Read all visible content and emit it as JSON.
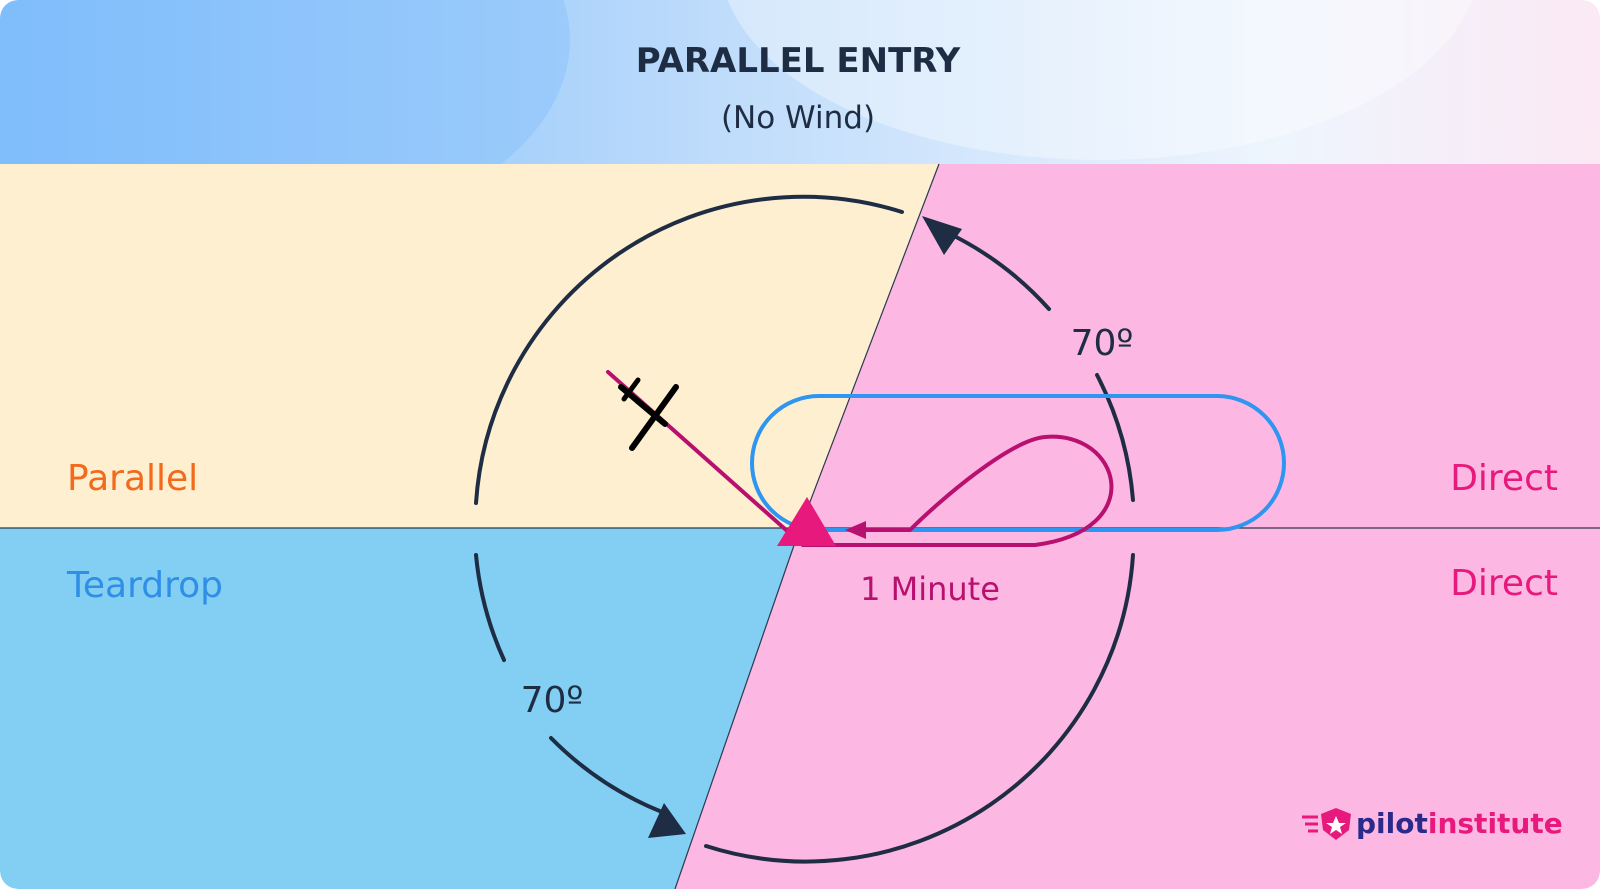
{
  "header": {
    "title": "PARALLEL ENTRY",
    "subtitle": "(No Wind)"
  },
  "sectors": {
    "parallel": "Parallel",
    "teardrop": "Teardrop",
    "direct_upper": "Direct",
    "direct_lower": "Direct"
  },
  "angles": {
    "upper": "70º",
    "lower": "70º"
  },
  "leg_label": "1 Minute",
  "logo": {
    "part1": "pilot",
    "part2": "institute"
  },
  "colors": {
    "parallel_sector": "#fdefcf",
    "teardrop_sector": "#82cff3",
    "direct_sector": "#fdb7e3",
    "parallel_text": "#f26a1b",
    "teardrop_text": "#2f8fe6",
    "direct_text": "#e8197c",
    "holding_pattern": "#2e95f0",
    "entry_path": "#b8106f",
    "arc": "#1f2d44",
    "logo_primary": "#2a2a8a",
    "logo_secondary": "#e8197c"
  },
  "icons": {
    "aircraft": "airplane-icon",
    "holding_fix": "triangle-fix-icon",
    "logo": "pilot-institute-shield-icon"
  }
}
